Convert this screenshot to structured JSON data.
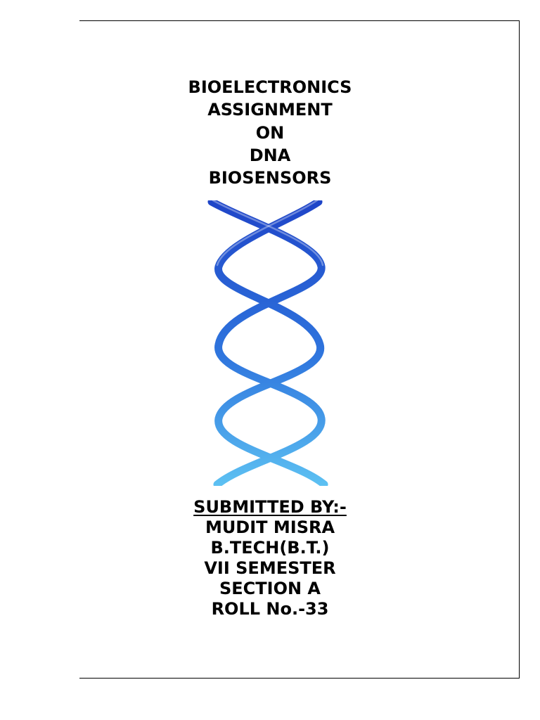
{
  "title_lines": [
    "BIOELECTRONICS",
    "ASSIGNMENT",
    "ON",
    "DNA",
    "BIOSENSORS"
  ],
  "dna_image": {
    "icon": "dna-double-helix-icon",
    "strand_color_dark": "#1f45c8",
    "strand_color_light": "#5cc0f2"
  },
  "submission": {
    "heading": "SUBMITTED BY:-",
    "name": "MUDIT MISRA",
    "program": "B.TECH(B.T.)",
    "semester": "VII SEMESTER",
    "section": "SECTION A",
    "roll": "ROLL No.-33"
  }
}
